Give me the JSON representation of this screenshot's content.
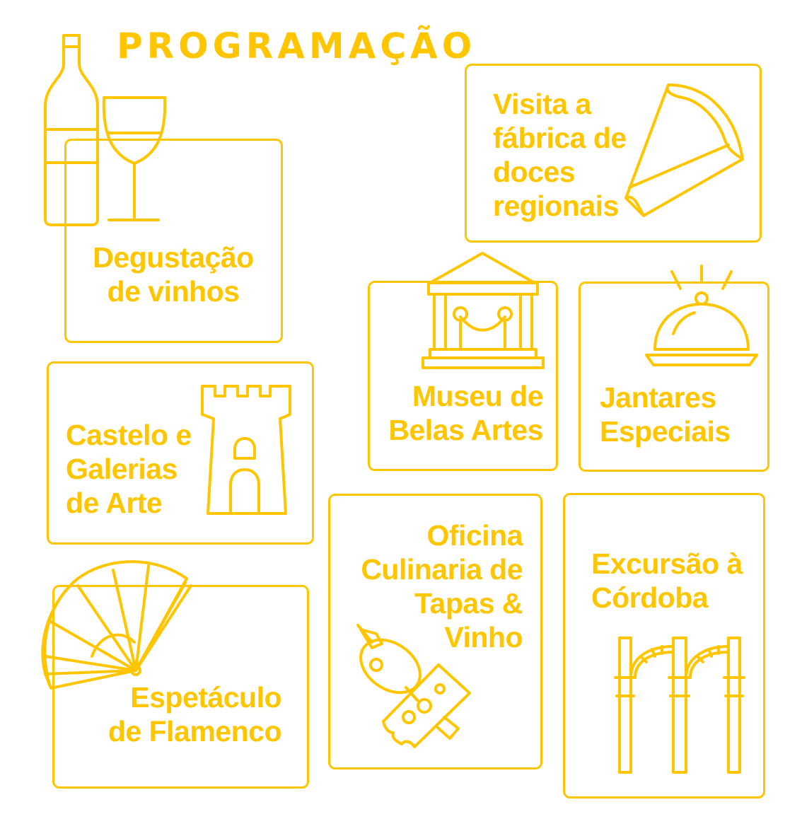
{
  "title": "PROGRAMAÇÃO",
  "accent_color": "#FFC600",
  "events": [
    {
      "lines": [
        "Degustação",
        "de vinhos"
      ],
      "icon": "wine-icon"
    },
    {
      "lines": [
        "Visita a",
        "fábrica de",
        "doces",
        "regionais"
      ],
      "icon": "pie-slice-icon"
    },
    {
      "lines": [
        "Museu de",
        "Belas Artes"
      ],
      "icon": "museum-icon"
    },
    {
      "lines": [
        "Jantares",
        "Especiais"
      ],
      "icon": "cloche-icon"
    },
    {
      "lines": [
        "Castelo e",
        "Galerias",
        "de Arte"
      ],
      "icon": "castle-tower-icon"
    },
    {
      "lines": [
        "Oficina",
        "Culinaria de",
        "Tapas &",
        "Vinho"
      ],
      "icon": "olive-cheese-skewer-icon"
    },
    {
      "lines": [
        "Excursão à",
        "Córdoba"
      ],
      "icon": "arches-icon"
    },
    {
      "lines": [
        "Espetáculo",
        "de Flamenco"
      ],
      "icon": "fan-icon"
    }
  ]
}
